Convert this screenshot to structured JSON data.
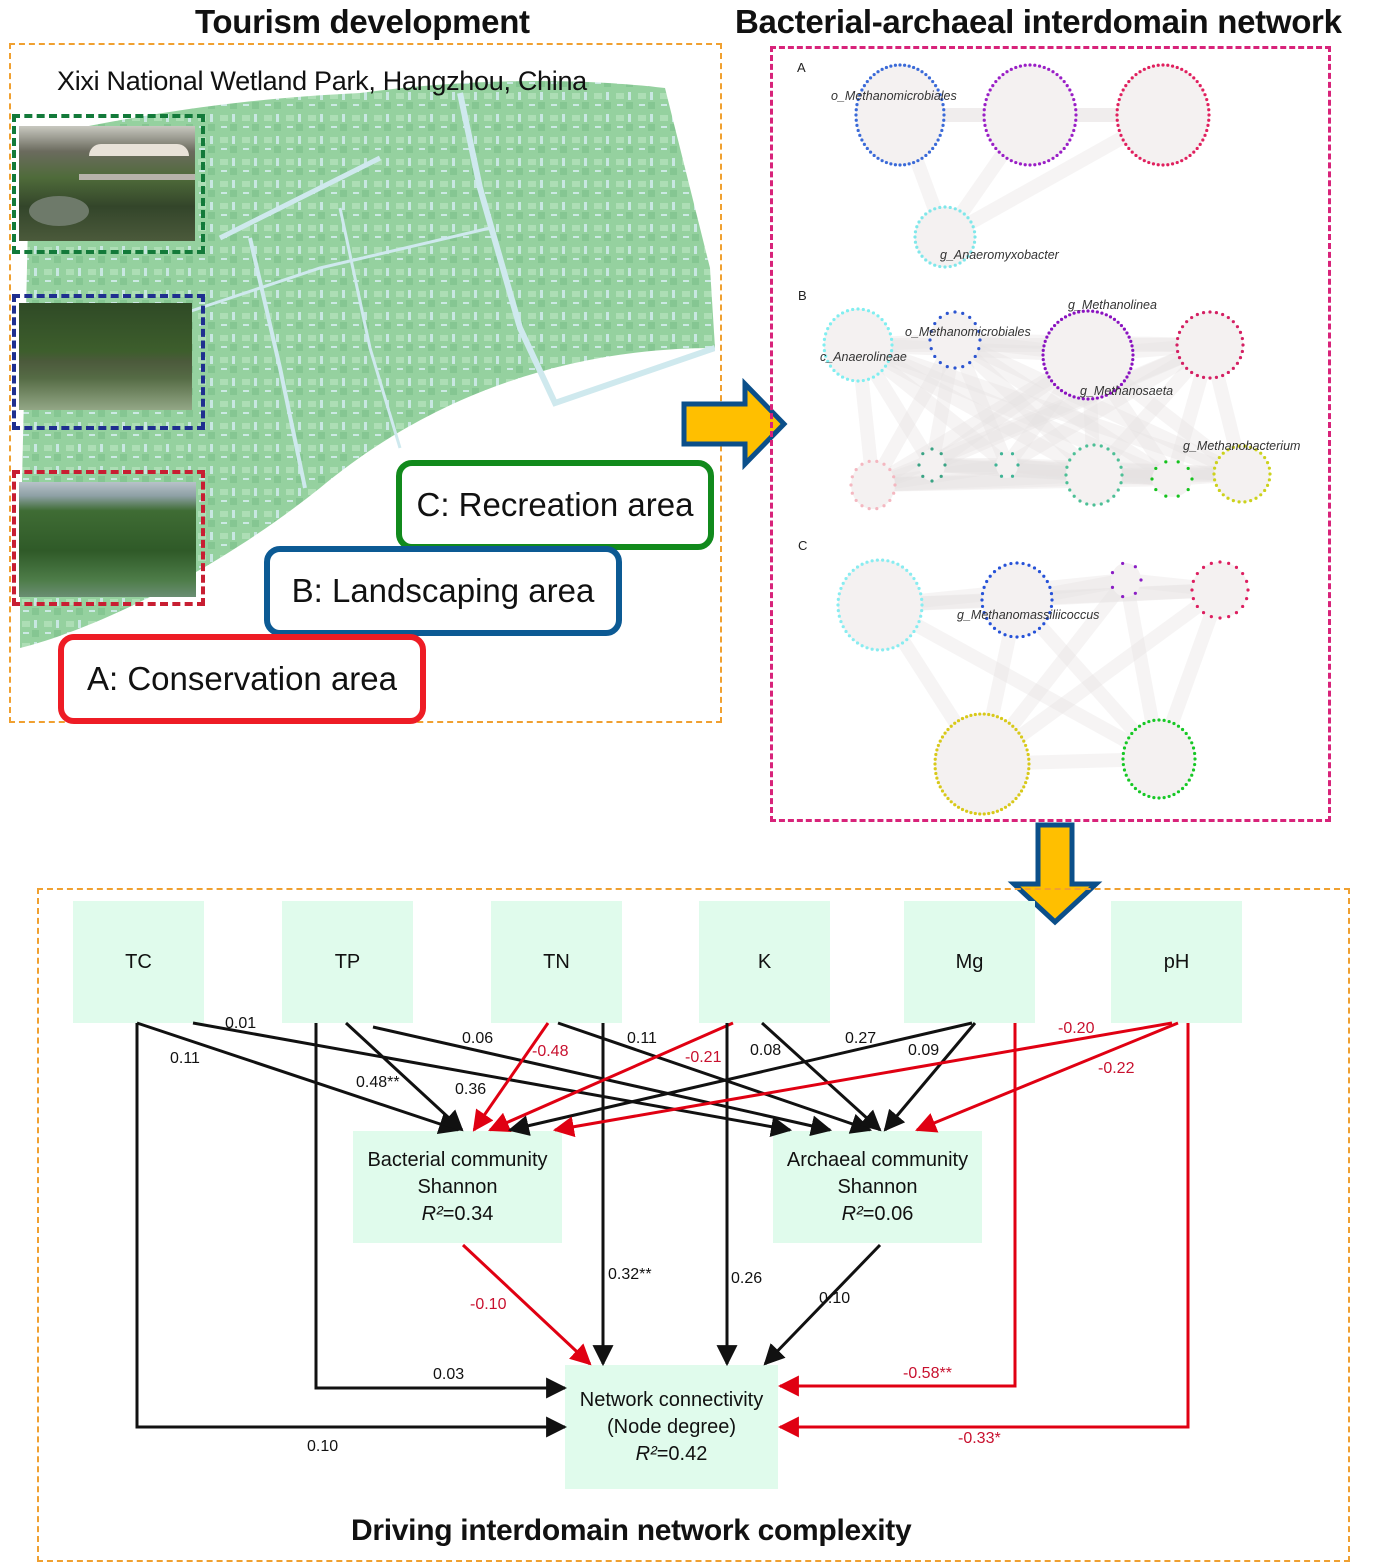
{
  "panels": {
    "tourism": {
      "title": "Tourism development",
      "map_caption": "Xixi National Wetland Park, Hangzhou, China",
      "areas": [
        {
          "id": "A",
          "label": "A: Conservation area",
          "color": "#ee1c25"
        },
        {
          "id": "B",
          "label": "B: Landscaping area",
          "color": "#0c5a94"
        },
        {
          "id": "C",
          "label": "C: Recreation area",
          "color": "#118a1c"
        }
      ],
      "photos": [
        {
          "name": "recreation-photo",
          "frame_color": "#137a3a",
          "desc": "waterside restaurant with umbrellas"
        },
        {
          "name": "landscaping-photo",
          "frame_color": "#1f2f8f",
          "desc": "lotus pond with trees"
        },
        {
          "name": "conservation-photo",
          "frame_color": "#c81e32",
          "desc": "aerial forested wetland"
        }
      ]
    },
    "network": {
      "title": "Bacterial-archaeal interdomain network",
      "subpanels": [
        {
          "label": "A",
          "taxa": [
            "o_Methanomicrobiales",
            "g_Anaeromyxobacter"
          ]
        },
        {
          "label": "B",
          "taxa": [
            "g_Methanolinea",
            "o_Methanomicrobiales",
            "c_Anaerolineae",
            "g_Methanosaeta",
            "g_Methanobacterium"
          ]
        },
        {
          "label": "C",
          "taxa": [
            "g_Methanomassiliicoccus"
          ]
        }
      ]
    },
    "sem": {
      "title": "Driving interdomain network complexity",
      "predictors": [
        "TC",
        "TP",
        "TN",
        "K",
        "Mg",
        "pH"
      ],
      "mediators": [
        {
          "id": "bact",
          "line1": "Bacterial community",
          "line2": "Shannon",
          "r2_label": "R²",
          "r2_value": "=0.34"
        },
        {
          "id": "arch",
          "line1": "Archaeal community",
          "line2": "Shannon",
          "r2_label": "R²",
          "r2_value": "=0.06"
        }
      ],
      "outcome": {
        "line1": "Network connectivity",
        "line2": "(Node degree)",
        "r2_label": "R²",
        "r2_value": "=0.42"
      },
      "paths": [
        {
          "from": "TC",
          "to": "bact",
          "coef": "0.11",
          "sign": "pos"
        },
        {
          "from": "TC",
          "to": "arch",
          "coef": "0.01",
          "sign": "pos"
        },
        {
          "from": "TC",
          "to": "net",
          "coef": "0.10",
          "sign": "pos"
        },
        {
          "from": "TP",
          "to": "bact",
          "coef": "0.48**",
          "sign": "pos"
        },
        {
          "from": "TP",
          "to": "arch",
          "coef": "0.06",
          "sign": "pos"
        },
        {
          "from": "TP",
          "to": "net",
          "coef": "0.03",
          "sign": "pos"
        },
        {
          "from": "TN",
          "to": "bact",
          "coef": "-0.48",
          "sign": "neg"
        },
        {
          "from": "TN",
          "to": "arch",
          "coef": "0.11",
          "sign": "pos"
        },
        {
          "from": "TN",
          "to": "net",
          "coef": "0.32**",
          "sign": "pos"
        },
        {
          "from": "K",
          "to": "bact",
          "coef": "-0.21",
          "sign": "neg"
        },
        {
          "from": "K",
          "to": "arch",
          "coef": "0.08",
          "sign": "pos"
        },
        {
          "from": "K",
          "to": "net",
          "coef": "0.26",
          "sign": "pos"
        },
        {
          "from": "Mg",
          "to": "bact",
          "coef": "0.27",
          "sign": "pos"
        },
        {
          "from": "Mg",
          "to": "arch",
          "coef": "0.09",
          "sign": "pos"
        },
        {
          "from": "Mg",
          "to": "net",
          "coef": "-0.58**",
          "sign": "neg"
        },
        {
          "from": "pH",
          "to": "bact",
          "coef": "-0.20",
          "sign": "neg"
        },
        {
          "from": "pH",
          "to": "arch",
          "coef": "-0.22",
          "sign": "neg"
        },
        {
          "from": "pH",
          "to": "net",
          "coef": "-0.33*",
          "sign": "neg"
        },
        {
          "from": "bact",
          "to": "net",
          "coef": "-0.10",
          "sign": "neg"
        },
        {
          "from": "arch",
          "to": "net",
          "coef": "0.10",
          "sign": "pos"
        }
      ],
      "extra_labels": [
        {
          "text": "0.36",
          "sign": "pos"
        }
      ]
    }
  },
  "colors": {
    "orange_frame": "#f0a030",
    "magenta_frame": "#d8237a",
    "arrow_fill": "#ffbf00",
    "arrow_outline": "#0b4f8a",
    "box_fill": "#e0fbec",
    "positive": "#111111",
    "negative": "#e00012"
  }
}
